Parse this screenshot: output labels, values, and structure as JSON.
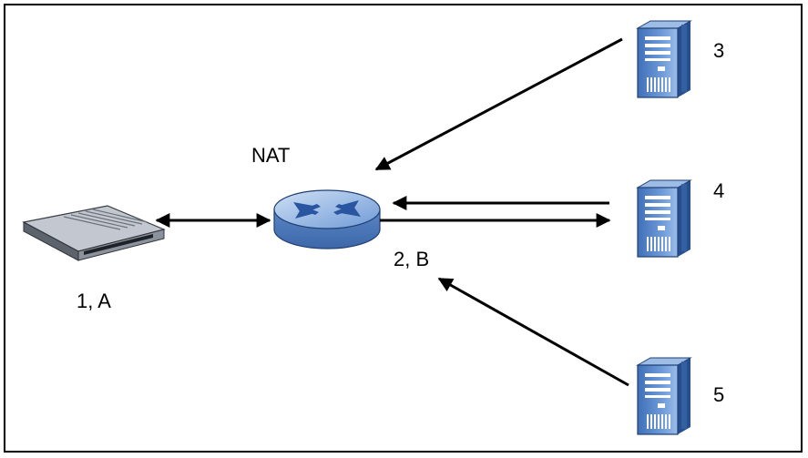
{
  "diagram": {
    "nat_label": "NAT",
    "host_label": "1, A",
    "router_label": "2, B",
    "server_3_label": "3",
    "server_4_label": "4",
    "server_5_label": "5"
  },
  "colors": {
    "router_blue": "#5b86c5",
    "server_blue": "#4f7fc4",
    "device_gray": "#8c929c"
  }
}
